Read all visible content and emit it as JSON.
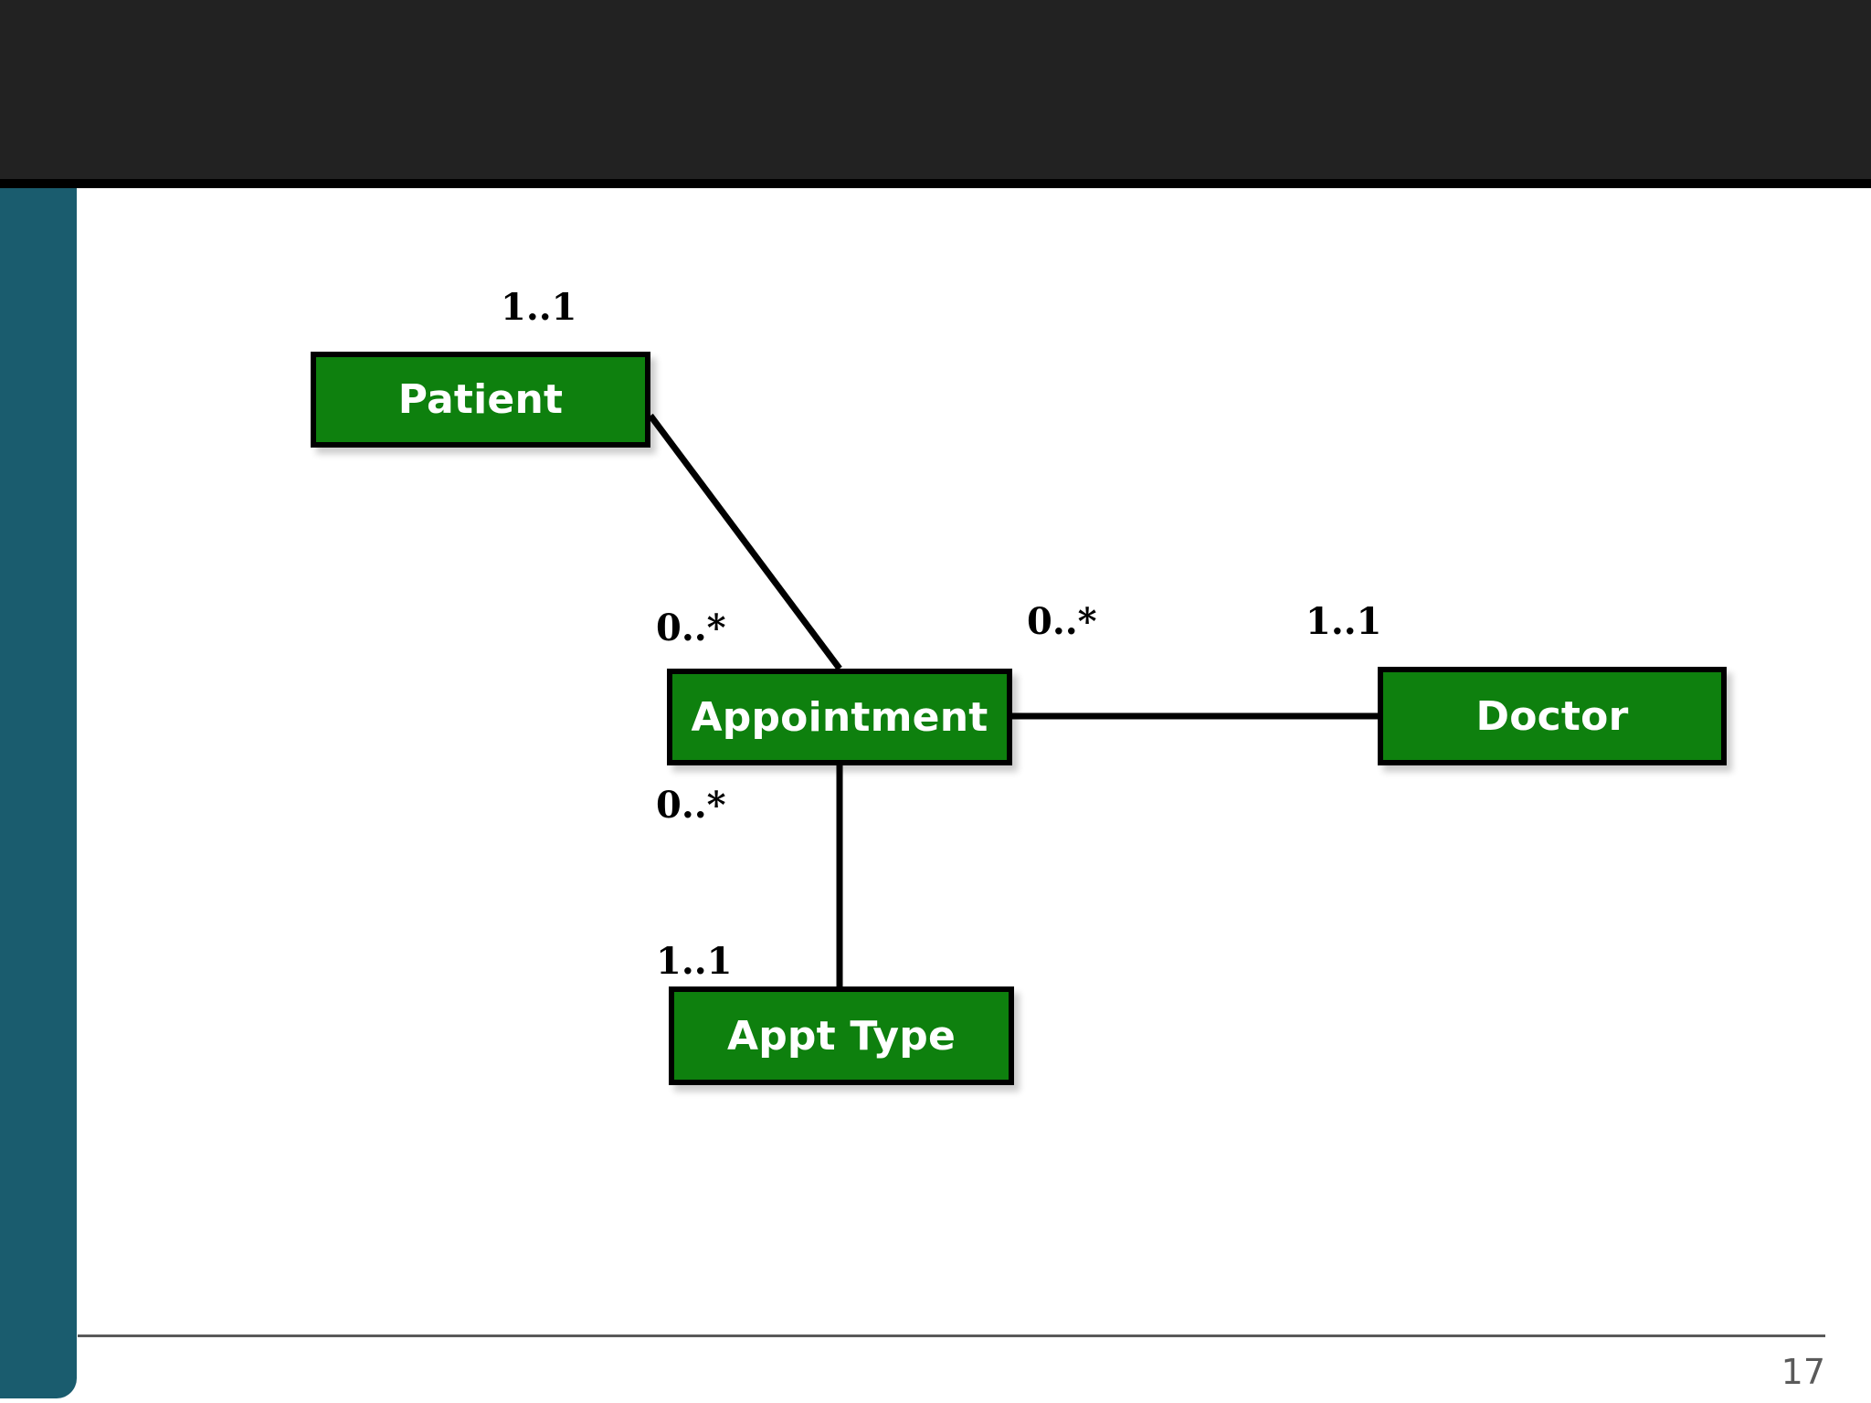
{
  "slide": {
    "page_number": "17",
    "background_color": "#ffffff",
    "accent_rail_color": "#1A5C6E",
    "topbar_color": "#222222"
  },
  "diagram": {
    "type": "uml-class-diagram",
    "node_fill_color": "#0E800E",
    "node_border_color": "#000000",
    "node_text_color": "#ffffff",
    "connector_color": "#000000",
    "nodes": [
      {
        "id": "patient",
        "label": "Patient"
      },
      {
        "id": "appointment",
        "label": "Appointment"
      },
      {
        "id": "doctor",
        "label": "Doctor"
      },
      {
        "id": "appttype",
        "label": "Appt Type"
      }
    ],
    "edges": [
      {
        "id": "patient-appointment",
        "from": "patient",
        "to": "appointment",
        "style": "diagonal",
        "from_multiplicity": "1..1",
        "to_multiplicity": "0..*"
      },
      {
        "id": "appointment-doctor",
        "from": "appointment",
        "to": "doctor",
        "style": "horizontal",
        "from_multiplicity": "0..*",
        "to_multiplicity": "1..1"
      },
      {
        "id": "appointment-appttype",
        "from": "appointment",
        "to": "appttype",
        "style": "vertical",
        "from_multiplicity": "0..*",
        "to_multiplicity": "1..1"
      }
    ],
    "multiplicity_labels": {
      "patient_side": "1..1",
      "appointment_to_patient": "0..*",
      "appointment_to_doctor": "0..*",
      "doctor_side": "1..1",
      "appointment_to_appttype": "0..*",
      "appttype_side": "1..1"
    }
  }
}
